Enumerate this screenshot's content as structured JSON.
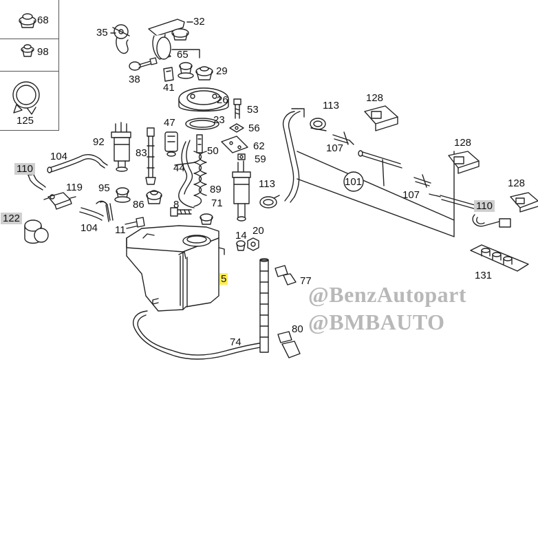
{
  "legend": {
    "items": [
      {
        "label": "68",
        "icon": "grommet-icon"
      },
      {
        "label": "98",
        "icon": "plug-icon"
      },
      {
        "label": "125",
        "icon": "clamp-icon"
      }
    ]
  },
  "callouts": {
    "c35": "35",
    "c32": "32",
    "c65": "65",
    "c29": "29",
    "c38": "38",
    "c41": "41",
    "c26": "26",
    "c53": "53",
    "c23": "23",
    "c56": "56",
    "c47": "47",
    "c92": "92",
    "c83": "83",
    "c44": "44",
    "c50": "50",
    "c62": "62",
    "c59": "59",
    "c104a": "104",
    "c110a": "110",
    "c119": "119",
    "c95": "95",
    "c86": "86",
    "c8": "8",
    "c89": "89",
    "c113a": "113",
    "c71": "71",
    "c122": "122",
    "c104b": "104",
    "c11": "11",
    "c14": "14",
    "c20": "20",
    "c5": "5",
    "c77": "77",
    "c80": "80",
    "c74": "74",
    "c113b": "113",
    "c128a": "128",
    "c107a": "107",
    "c128b": "128",
    "c101": "101",
    "c107b": "107",
    "c128c": "128",
    "c110b": "110",
    "c131": "131"
  },
  "watermark": {
    "line1": "@BenzAutopart",
    "line2": "@BMBAUTO"
  }
}
